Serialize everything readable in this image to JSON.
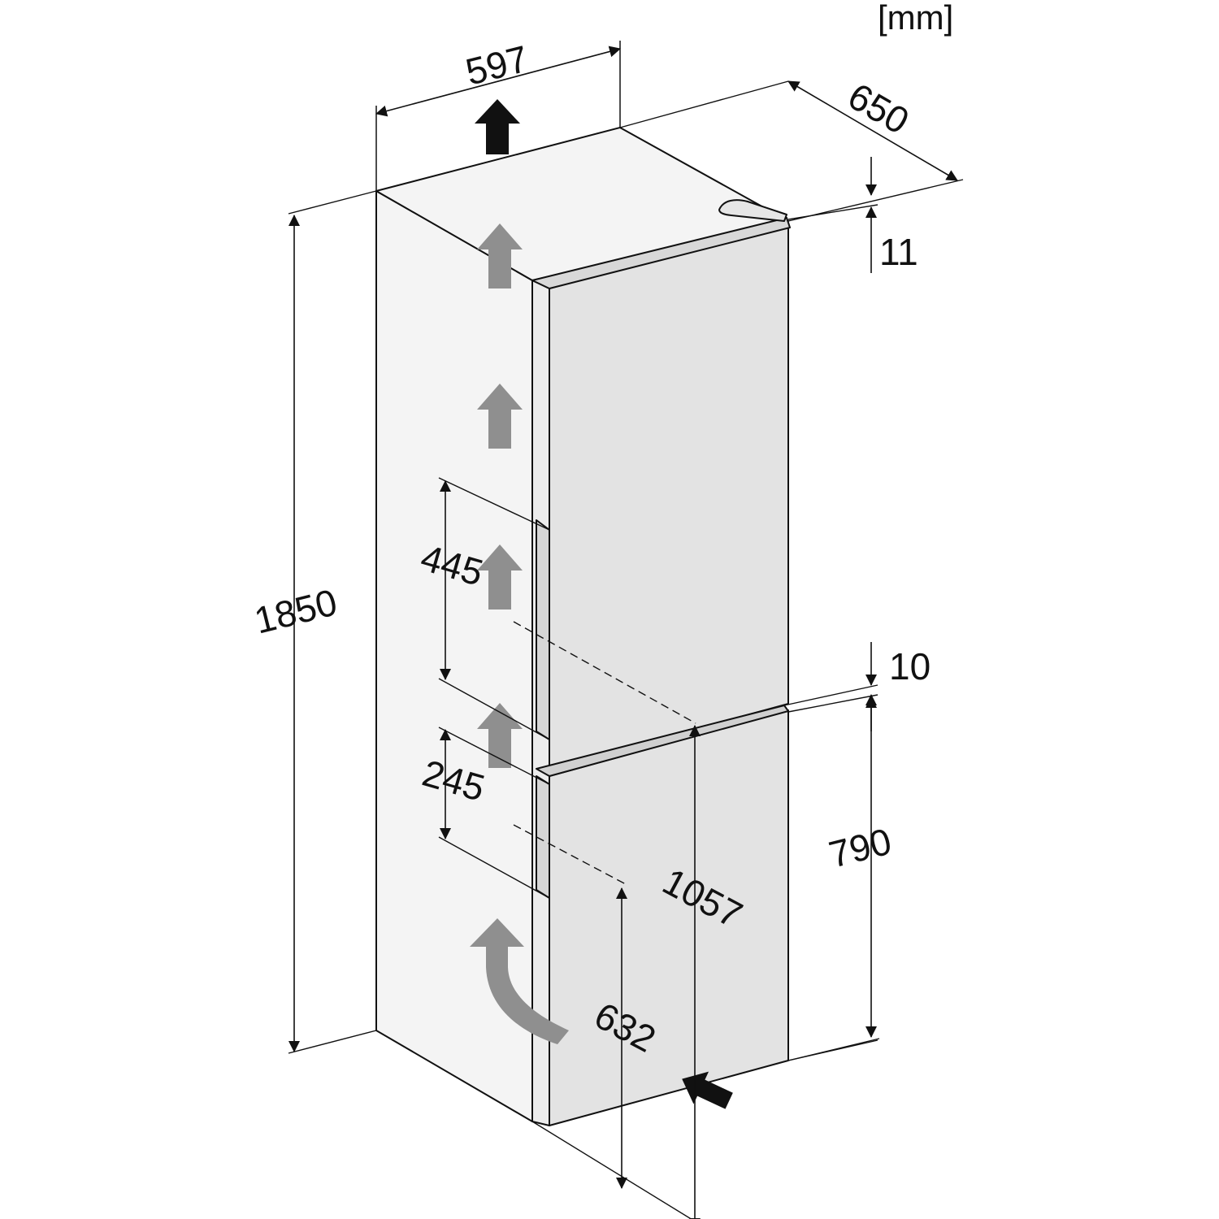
{
  "unit_label": "[mm]",
  "dimensions": {
    "width": "597",
    "depth": "650",
    "height": "1850",
    "top_gap": "11",
    "door_gap": "10",
    "freezer_height": "790",
    "upper_handle": "445",
    "lower_handle": "245",
    "handle_height_upper": "1057",
    "handle_height_lower": "632"
  },
  "colors": {
    "line": "#111111",
    "side_panel": "#f4f4f4",
    "door": "#e3e3e3",
    "airflow_arrow": "#8f8f8f"
  }
}
